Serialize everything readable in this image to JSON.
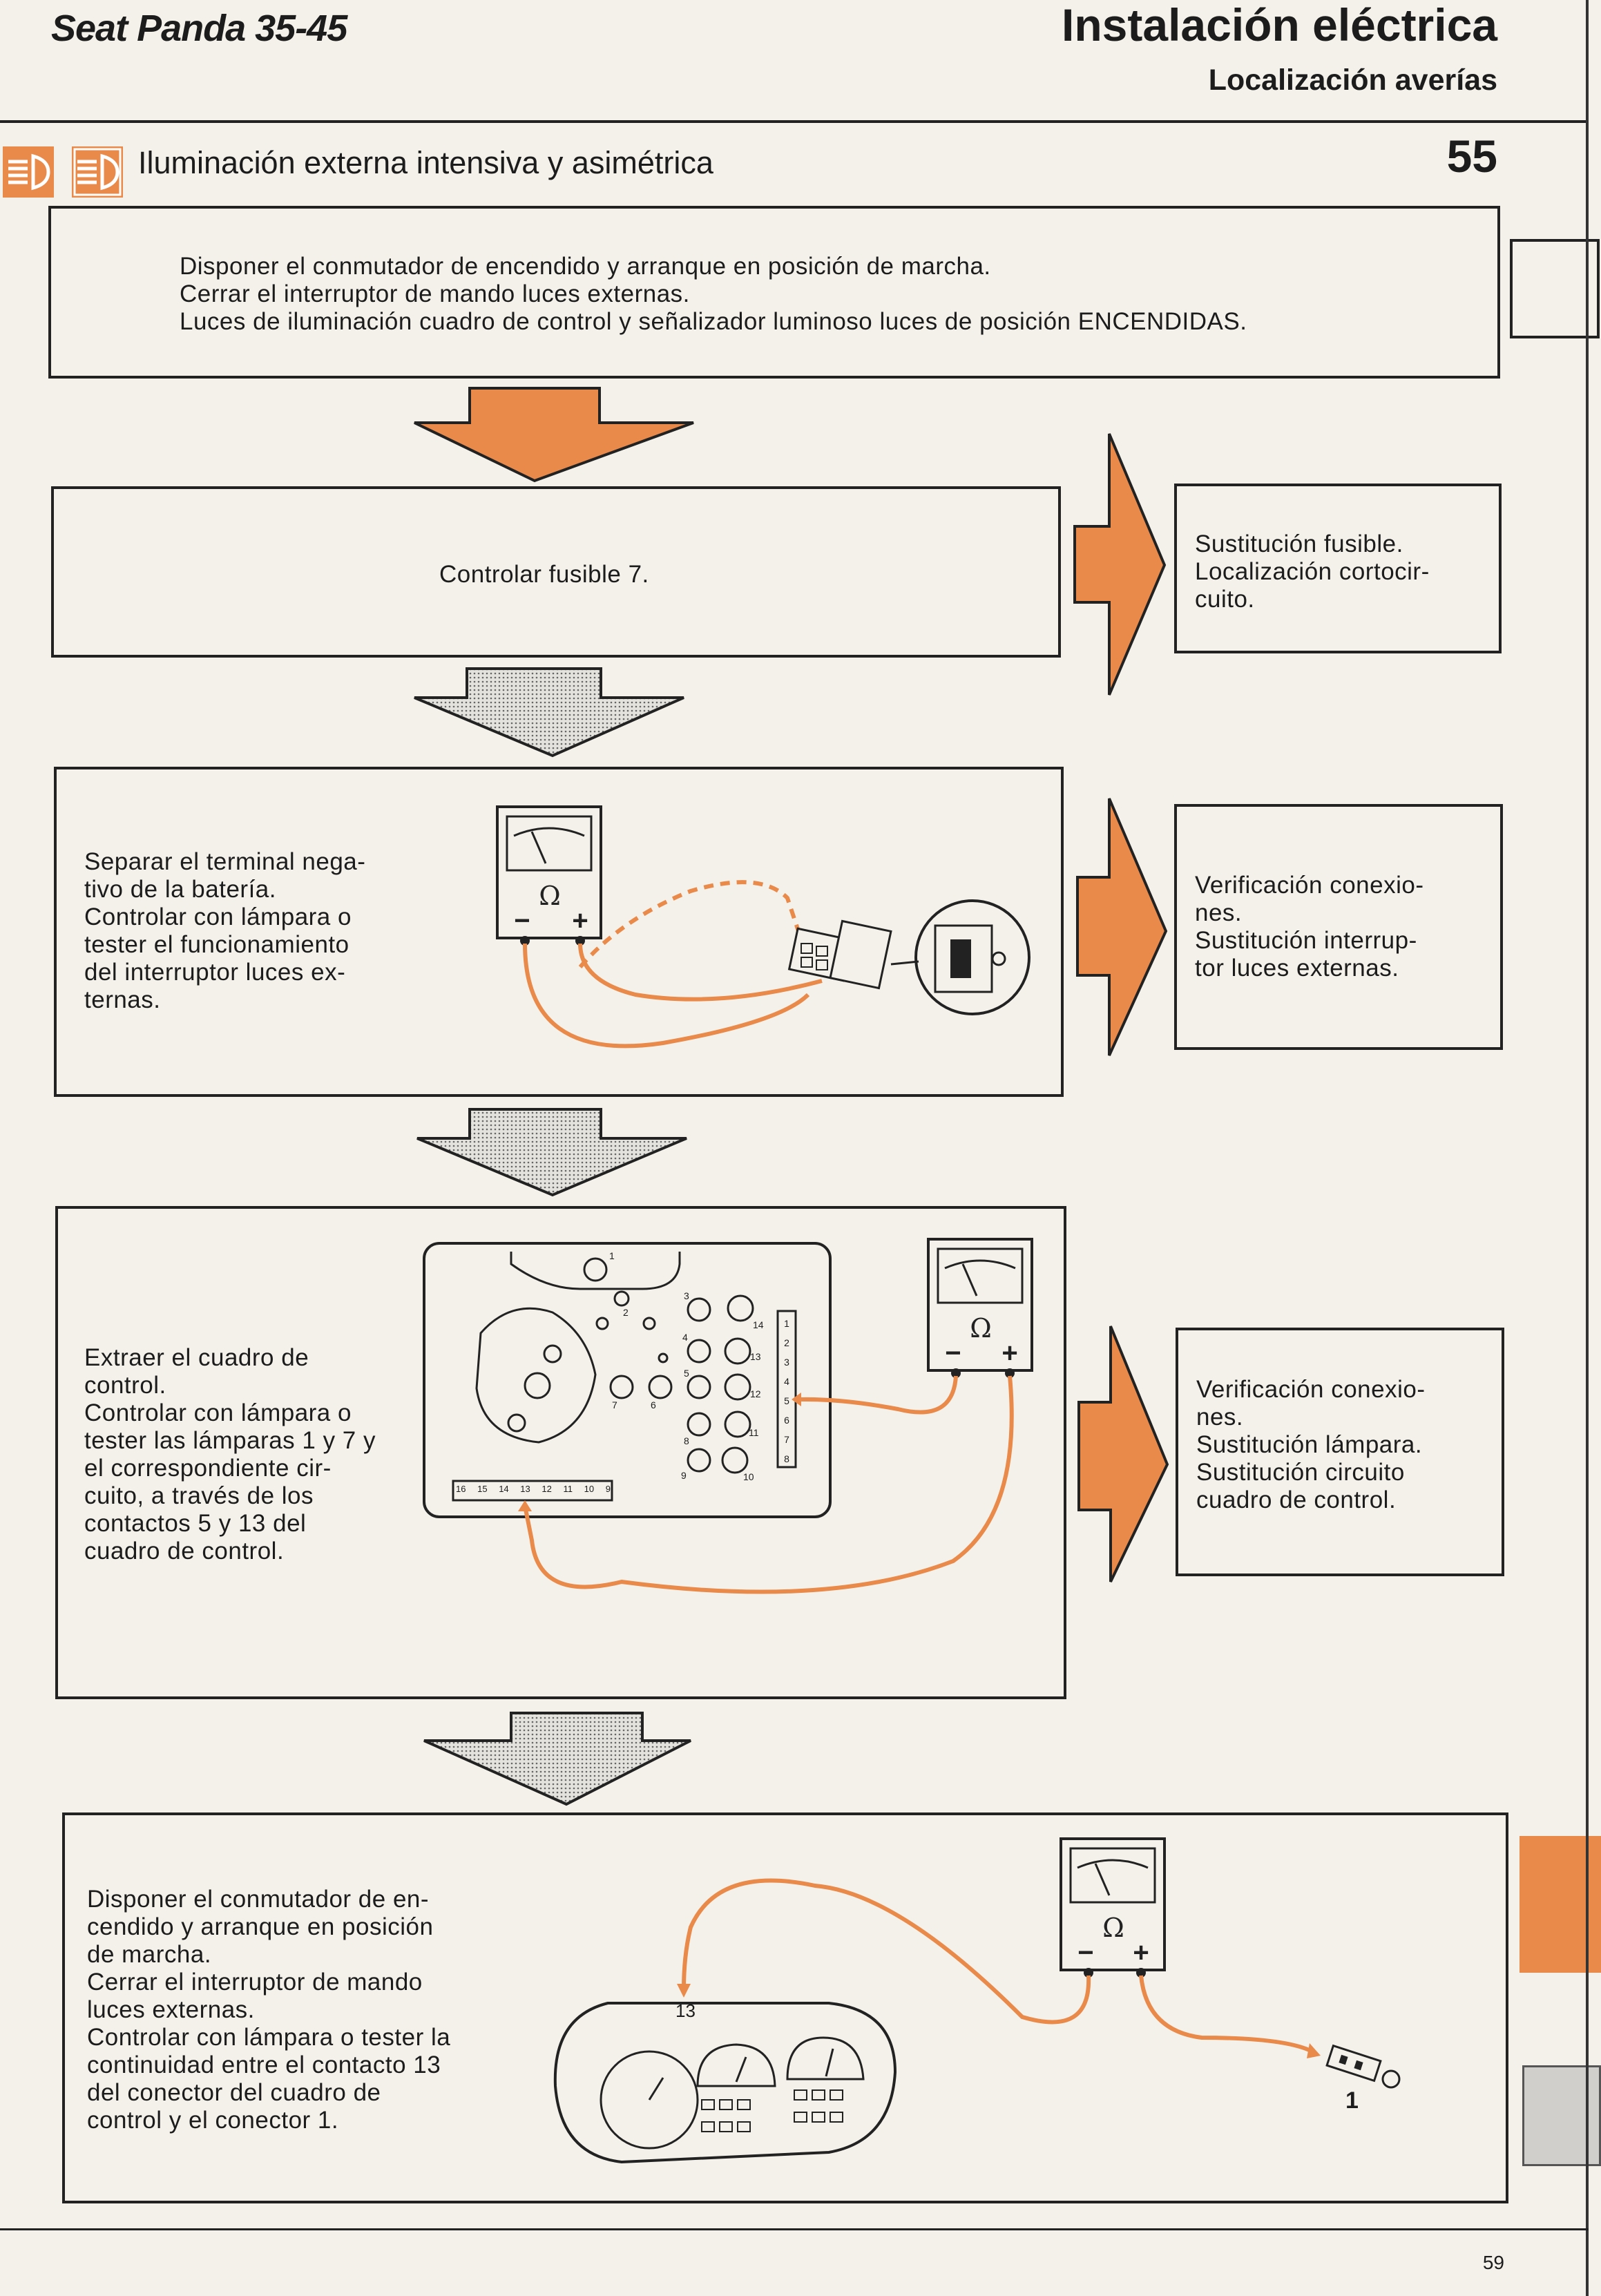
{
  "header": {
    "model": "Seat Panda 35-45",
    "title": "Instalación eléctrica",
    "subtitle": "Localización averías"
  },
  "section": {
    "title": "Iluminación externa intensiva y asimétrica",
    "number": "55",
    "icons": [
      "high-beam-icon",
      "high-beam-icon"
    ]
  },
  "steps": [
    {
      "text": "Disponer el conmutador de encendido y arranque en posición de marcha.\nCerrar el interruptor de mando luces externas.\nLuces de iluminación cuadro de control y señalizador luminoso luces de posición ENCENDIDAS."
    },
    {
      "text": "Controlar fusible 7.",
      "remedy": "Sustitución fusible.\nLocalización cortocir-\ncuito."
    },
    {
      "text": "Separar el terminal nega-\ntivo de la batería.\nControlar con lámpara o\ntester el funcionamiento\ndel interruptor luces ex-\nternas.",
      "remedy": "Verificación conexio-\nnes.\nSustitución interrup-\ntor luces externas."
    },
    {
      "text": "Extraer el cuadro de\ncontrol.\nControlar con lámpara o\ntester las lámparas 1 y 7 y\nel correspondiente cir-\ncuito, a través de los\ncontactos 5 y 13 del\ncuadro de control.",
      "remedy": "Verificación conexio-\nnes.\nSustitución lámpara.\nSustitución circuito\ncuadro de control.",
      "diagram": {
        "right_labels": [
          "1",
          "2",
          "3",
          "4",
          "5",
          "6",
          "7",
          "8"
        ],
        "bottom_labels": [
          "16",
          "15",
          "14",
          "13",
          "12",
          "11",
          "10",
          "9"
        ],
        "socket_labels": [
          "1",
          "2",
          "3",
          "4",
          "5",
          "6",
          "7",
          "8",
          "9",
          "10",
          "11",
          "12",
          "13",
          "14"
        ]
      }
    },
    {
      "text": "Disponer el conmutador de en-\ncendido y arranque en posición\nde marcha.\nCerrar el interruptor de mando\nluces externas.\nControlar con lámpara o tester la\ncontinuidad entre el contacto 13\ndel conector del cuadro de\ncontrol y el conector 1.",
      "diagram": {
        "contact_label": "13",
        "connector_label": "1"
      }
    }
  ],
  "meter": {
    "symbol": "Ω",
    "minus": "−",
    "plus": "+"
  },
  "footer": {
    "page": "59"
  },
  "colors": {
    "accent": "#e98a4a",
    "ink": "#1c1c1c",
    "paper": "#f4f1ea"
  }
}
